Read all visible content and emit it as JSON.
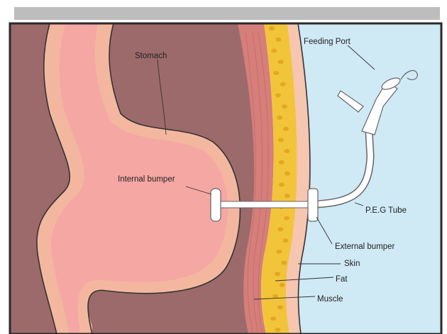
{
  "labels": {
    "stomach": "Stomach",
    "feeding_port": "Feeding Port",
    "internal_bumper": "Internal bumper",
    "peg_tube": "P.E.G Tube",
    "external_bumper": "External bumper",
    "skin": "Skin",
    "fat": "Fat",
    "muscle": "Muscle"
  },
  "colors": {
    "top_bar": "#bdbdbd",
    "frame": "#2a2a2a",
    "stomach_wall": "#9c6a6a",
    "stomach_lining": "#f3b79f",
    "stomach_inner": "#f4a7a3",
    "muscle": "#d57e7a",
    "fat": "#f2c43a",
    "fat_spots": "#e3a820",
    "skin": "#f6c6b0",
    "outside": "#cfe9f5",
    "tube": "#ffffff"
  },
  "icons": {
    "tube": "peg-tube-icon",
    "feeding_port": "feeding-port-icon"
  }
}
